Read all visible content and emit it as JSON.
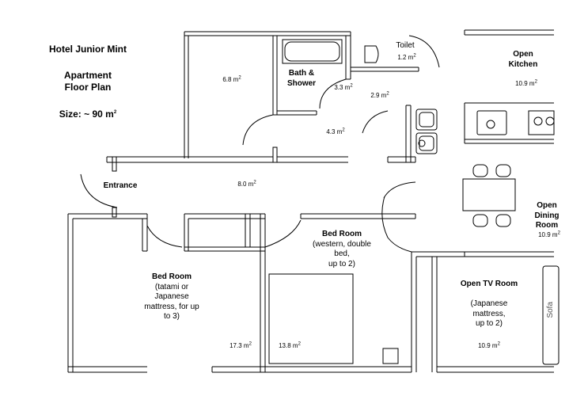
{
  "title": {
    "hotel": "Hotel Junior Mint",
    "plan_line1": "Apartment",
    "plan_line2": "Floor Plan",
    "size_prefix": "Size: ~ 90 m",
    "size_sup": "2"
  },
  "rooms": {
    "toilet": {
      "label": "Toilet",
      "area": "1.2 m",
      "sup": "2"
    },
    "open_kitchen": {
      "label1": "Open",
      "label2": "Kitchen",
      "area": "10.9 m",
      "sup": "2"
    },
    "bath": {
      "label1": "Bath &",
      "label2": "Shower"
    },
    "closet": {
      "area": "6.8 m",
      "sup": "2"
    },
    "bath_area": {
      "area": "3.3 m",
      "sup": "2"
    },
    "hall_area": {
      "area": "2.9 m",
      "sup": "2"
    },
    "washroom": {
      "area": "4.3 m",
      "sup": "2"
    },
    "entrance": {
      "label": "Entrance"
    },
    "corridor": {
      "area": "8.0 m",
      "sup": "2"
    },
    "open_dining": {
      "label1": "Open",
      "label2": "Dining",
      "label3": "Room",
      "area": "10.9 m",
      "sup": "2"
    },
    "bed_room_1": {
      "title": "Bed Room",
      "line1": "(tatami or",
      "line2": "Japanese",
      "line3": "mattress, for up",
      "line4": "to 3)",
      "area": "17.3 m",
      "sup": "2"
    },
    "bed_room_2": {
      "title": "Bed Room",
      "line1": "(western, double",
      "line2": "bed,",
      "line3": "up to 2)",
      "area": "13.8 m",
      "sup": "2"
    },
    "open_tv_room": {
      "title": "Open TV Room",
      "line1": "(Japanese",
      "line2": "mattress,",
      "line3": "up to 2)",
      "area": "10.9 m",
      "sup": "2"
    },
    "sofa": {
      "label": "Sofa"
    }
  }
}
